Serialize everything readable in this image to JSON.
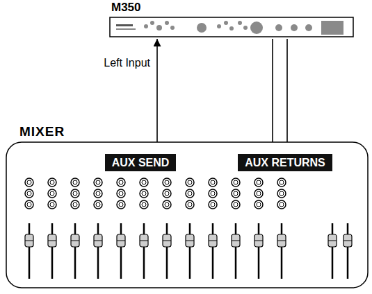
{
  "diagram": {
    "nodes": [
      {
        "text": [
          "M350"
        ]
      },
      {
        "text": [
          "MIXER"
        ]
      },
      {
        "text": [
          "AUX SEND"
        ],
        "in": 1
      },
      {
        "text": [
          "AUX RETURNS"
        ],
        "in": 1
      }
    ],
    "edges": [
      {
        "from": 2,
        "to": 0,
        "arrow": "to",
        "label": "Left Input"
      },
      {
        "from": 0,
        "to": 3,
        "arrow": "to"
      },
      {
        "from": 0,
        "to": 3,
        "arrow": "to"
      }
    ]
  }
}
